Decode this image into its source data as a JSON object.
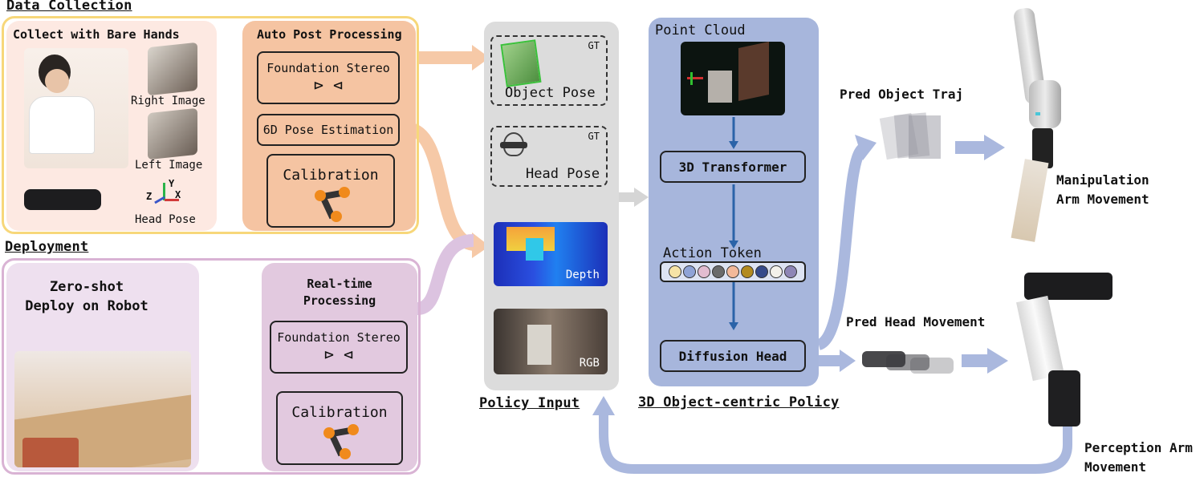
{
  "sections": {
    "data_collection": "Data Collection",
    "deployment": "Deployment",
    "policy_input": "Policy Input",
    "policy": "3D Object-centric Policy"
  },
  "data_collection": {
    "bare_hands": {
      "title": "Collect with Bare Hands",
      "right_image": "Right Image",
      "left_image": "Left Image",
      "head_pose": "Head Pose",
      "axes": {
        "y": "Y",
        "z": "Z",
        "x": "X"
      }
    },
    "auto_post": {
      "title": "Auto Post Processing",
      "foundation_stereo": "Foundation Stereo",
      "pose_estimation": "6D Pose Estimation",
      "calibration": "Calibration"
    }
  },
  "deployment": {
    "zero_shot": "Zero-shot\nDeploy on Robot",
    "realtime": {
      "title": "Real-time\nProcessing",
      "foundation_stereo": "Foundation Stereo",
      "calibration": "Calibration"
    }
  },
  "policy_input": {
    "object_pose": {
      "label": "Object Pose",
      "badge": "GT"
    },
    "head_pose": {
      "label": "Head Pose",
      "badge": "GT"
    },
    "depth": "Depth",
    "rgb": "RGB"
  },
  "policy": {
    "point_cloud": "Point Cloud",
    "transformer": "3D Transformer",
    "action_token": "Action Token",
    "diffusion_head": "Diffusion Head",
    "token_colors": [
      "#f6e3a6",
      "#8fa3d6",
      "#e2bcd0",
      "#6b6b6b",
      "#f2b99a",
      "#b38b1f",
      "#354a8a",
      "#f3f1ea",
      "#8e86b6"
    ]
  },
  "outputs": {
    "pred_object_traj": "Pred Object Traj",
    "manipulation": "Manipulation\nArm Movement",
    "pred_head": "Pred Head Movement",
    "perception": "Perception Arm\nMovement"
  },
  "colors": {
    "collection_border": "#f7d77a",
    "bare_hands_bg": "#fde9e2",
    "auto_post_bg": "#f5c4a2",
    "deployment_border": "#d9b3d4",
    "deploy_left_bg": "#eee0ef",
    "realtime_bg": "#e2c9df",
    "policy_input_bg": "#dcdcdc",
    "policy_bg": "#a7b6dc",
    "arrow_orange": "#f6c9a7",
    "arrow_blue": "#aab8de",
    "arrow_pink": "#dcc3e0",
    "arrow_gray": "#d5d5d5",
    "inner_arrow": "#2b63a8"
  }
}
